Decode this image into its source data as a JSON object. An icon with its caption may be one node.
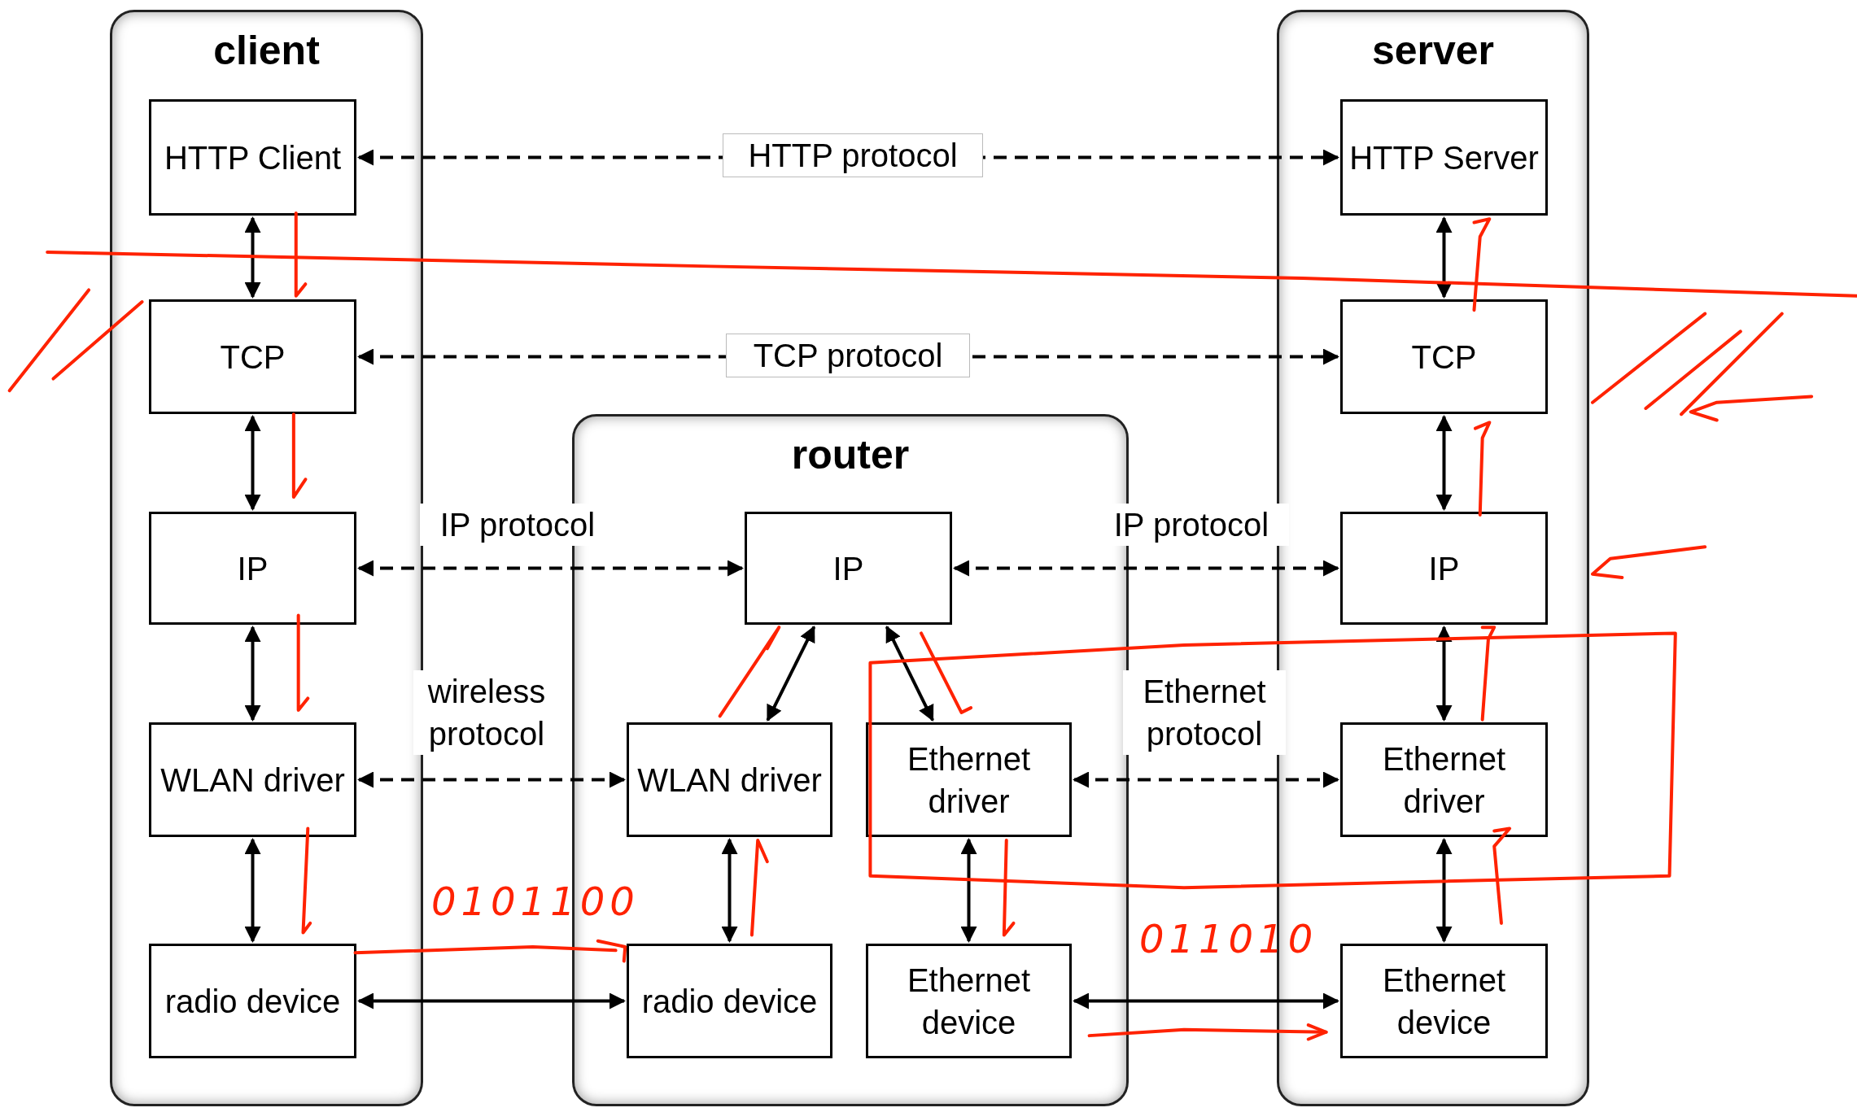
{
  "diagram": {
    "nodes": [
      {
        "text": [
          "client"
        ]
      },
      {
        "text": [
          "HTTP Client"
        ],
        "in": 0
      },
      {
        "text": [
          "TCP"
        ],
        "in": 0
      },
      {
        "text": [
          "IP"
        ],
        "in": 0
      },
      {
        "text": [
          "WLAN driver"
        ],
        "in": 0
      },
      {
        "text": [
          "radio device"
        ],
        "in": 0
      },
      {
        "text": [
          "server"
        ]
      },
      {
        "text": [
          "HTTP Server"
        ],
        "in": 6
      },
      {
        "text": [
          "TCP"
        ],
        "in": 6
      },
      {
        "text": [
          "IP"
        ],
        "in": 6
      },
      {
        "text": [
          "Ethernet driver"
        ],
        "in": 6
      },
      {
        "text": [
          "Ethernet device"
        ],
        "in": 6
      },
      {
        "text": [
          "router"
        ]
      },
      {
        "text": [
          "IP"
        ],
        "in": 12
      },
      {
        "text": [
          "WLAN driver"
        ],
        "in": 12
      },
      {
        "text": [
          "Ethernet driver"
        ],
        "in": 12
      },
      {
        "text": [
          "radio device"
        ],
        "in": 12
      },
      {
        "text": [
          "Ethernet device"
        ],
        "in": 12
      }
    ],
    "edges": [
      {
        "from": 1,
        "to": 7,
        "arrow": "both",
        "style": "dashed",
        "label": "HTTP protocol"
      },
      {
        "from": 1,
        "to": 2,
        "arrow": "both"
      },
      {
        "from": 7,
        "to": 8,
        "arrow": "both"
      },
      {
        "from": 2,
        "to": 8,
        "arrow": "both",
        "style": "dashed",
        "label": "TCP protocol"
      },
      {
        "from": 2,
        "to": 3,
        "arrow": "both"
      },
      {
        "from": 8,
        "to": 9,
        "arrow": "both"
      },
      {
        "from": 3,
        "to": 13,
        "arrow": "both",
        "style": "dashed",
        "label": "IP protocol"
      },
      {
        "from": 13,
        "to": 9,
        "arrow": "both",
        "style": "dashed",
        "label": "IP protocol"
      },
      {
        "from": 3,
        "to": 4,
        "arrow": "both"
      },
      {
        "from": 13,
        "to": 14,
        "arrow": "both"
      },
      {
        "from": 13,
        "to": 15,
        "arrow": "both"
      },
      {
        "from": 9,
        "to": 10,
        "arrow": "both"
      },
      {
        "from": 4,
        "to": 14,
        "arrow": "both",
        "style": "dashed",
        "label": "wireless protocol"
      },
      {
        "from": 15,
        "to": 10,
        "arrow": "both",
        "style": "dashed",
        "label": "Ethernet protocol"
      },
      {
        "from": 4,
        "to": 5,
        "arrow": "both"
      },
      {
        "from": 14,
        "to": 16,
        "arrow": "both"
      },
      {
        "from": 15,
        "to": 17,
        "arrow": "both"
      },
      {
        "from": 10,
        "to": 11,
        "arrow": "both"
      },
      {
        "from": 5,
        "to": 16,
        "arrow": "both"
      },
      {
        "from": 17,
        "to": 11,
        "arrow": "both"
      }
    ],
    "labels": [
      "0101100",
      "011010"
    ]
  }
}
